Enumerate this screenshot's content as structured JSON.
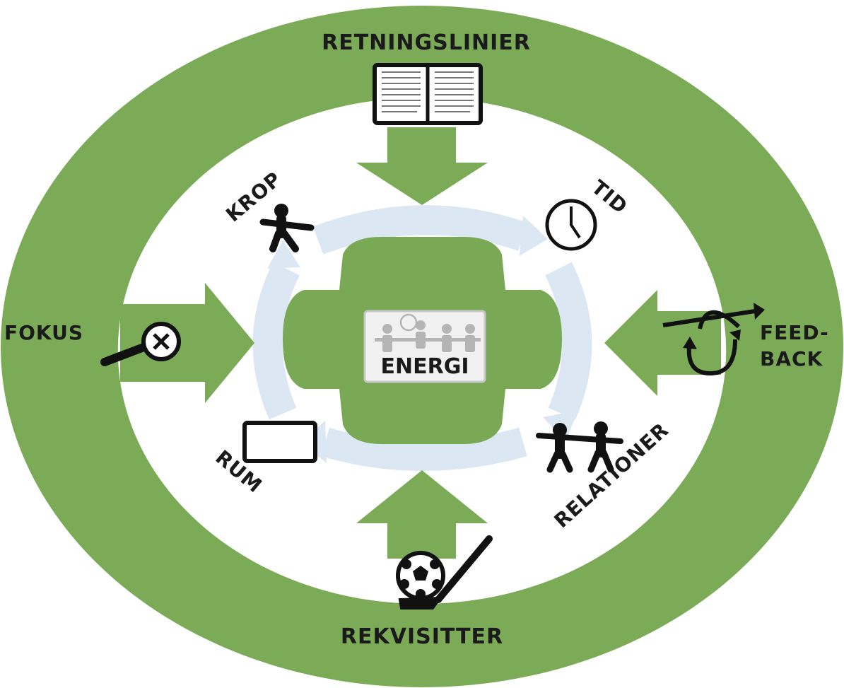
{
  "center": {
    "label": "ENERGI"
  },
  "outer_labels": {
    "top": "RETNINGSLINIER",
    "left": "FOKUS",
    "right_line1": "FEED-",
    "right_line2": "BACK",
    "bottom": "REKVISITTER"
  },
  "inner_labels": {
    "top_left": "KROP",
    "top_right": "TID",
    "bottom_left": "RUM",
    "bottom_right": "RELATIONER"
  },
  "colors": {
    "ring_green": "#7bab57",
    "cross_green": "#79a955",
    "cycle_blue": "#dbe8f3",
    "icon_black": "#111111"
  },
  "icons": [
    "open-book-icon",
    "person-icon",
    "clock-icon",
    "magnifier-icon",
    "feedback-cycle-icon",
    "rectangle-icon",
    "people-holding-hands-icon",
    "ball-icon",
    "hockey-stick-icon"
  ]
}
